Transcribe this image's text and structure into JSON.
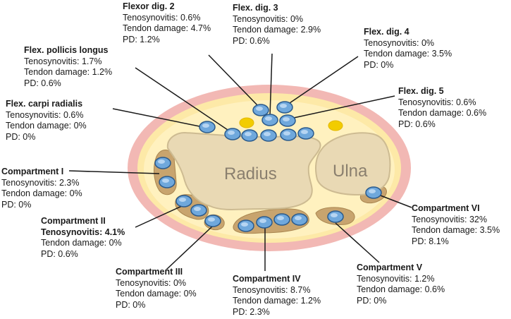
{
  "bones": {
    "radius": "Radius",
    "ulna": "Ulna"
  },
  "colors": {
    "outer_ring": "#f2b8b4",
    "fat_layer": "#fde9a7",
    "bone": "#e9d9b4",
    "bone_edge": "#cdbb92",
    "compartment": "#c8a46e",
    "tendon": "#6fa8dc",
    "tendon_edge": "#2a5a8c",
    "artery": "#f2cc00",
    "leader_line": "#1a1a1a"
  },
  "labels": [
    {
      "id": "flexor-dig-2",
      "title": "Flexor dig. 2",
      "rows": [
        "Tenosynovitis: 0.6%",
        "Tendon damage: 4.7%",
        "PD: 1.2%"
      ]
    },
    {
      "id": "flex-dig-3",
      "title": "Flex. dig. 3",
      "rows": [
        "Tenosynovitis: 0%",
        "Tendon damage: 2.9%",
        "PD: 0.6%"
      ]
    },
    {
      "id": "flex-dig-4",
      "title": "Flex. dig. 4",
      "rows": [
        "Tenosynovitis: 0%",
        "Tendon damage: 3.5%",
        "PD: 0%"
      ]
    },
    {
      "id": "flex-pollicis-longus",
      "title": "Flex. pollicis longus",
      "rows": [
        "Tenosynovitis: 1.7%",
        "Tendon damage: 1.2%",
        "PD: 0.6%"
      ]
    },
    {
      "id": "flex-dig-5",
      "title": "Flex. dig. 5",
      "rows": [
        "Tenosynovitis: 0.6%",
        "Tendon damage: 0.6%",
        "PD: 0.6%"
      ]
    },
    {
      "id": "flex-carpi-radialis",
      "title": "Flex. carpi radialis",
      "rows": [
        "Tenosynovitis: 0.6%",
        "Tendon damage: 0%",
        "PD: 0%"
      ]
    },
    {
      "id": "compartment-1",
      "title": "Compartment I",
      "rows": [
        "Tenosynovitis: 2.3%",
        "Tendon damage: 0%",
        "PD: 0%"
      ]
    },
    {
      "id": "compartment-2",
      "title": "Compartment II",
      "rows": [
        "Tenosynovitis: 4.1%",
        "Tendon damage: 0%",
        "PD: 0.6%"
      ]
    },
    {
      "id": "compartment-3",
      "title": "Compartment III",
      "rows": [
        "Tenosynovitis: 0%",
        "Tendon damage: 0%",
        "PD: 0%"
      ]
    },
    {
      "id": "compartment-4",
      "title": "Compartment IV",
      "rows": [
        "Tenosynovitis: 8.7%",
        "Tendon damage: 1.2%",
        "PD: 2.3%"
      ]
    },
    {
      "id": "compartment-5",
      "title": "Compartment V",
      "rows": [
        "Tenosynovitis: 1.2%",
        "Tendon damage: 0.6%",
        "PD: 0%"
      ]
    },
    {
      "id": "compartment-6",
      "title": "Compartment VI",
      "rows": [
        "Tenosynovitis: 32%",
        "Tendon damage: 3.5%",
        "PD: 8.1%"
      ]
    }
  ]
}
